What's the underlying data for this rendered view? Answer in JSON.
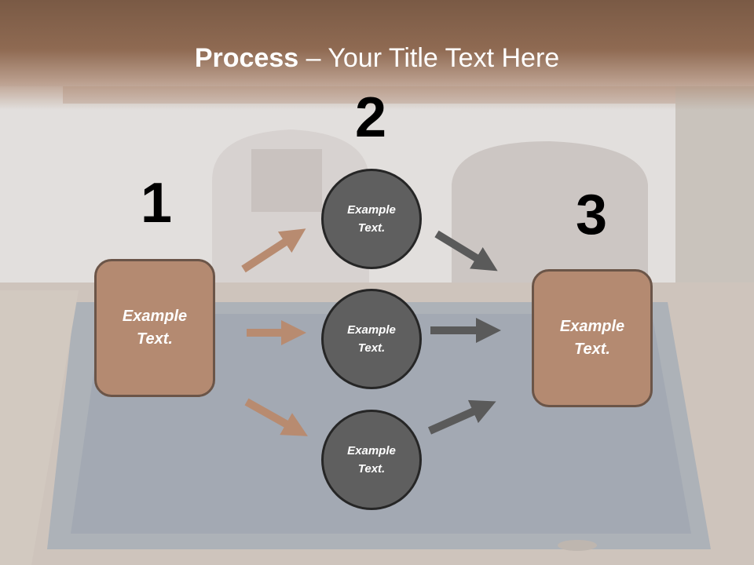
{
  "slide": {
    "title_bold": "Process",
    "title_rest": " – Your Title Text Here",
    "step_numbers": [
      "1",
      "2",
      "3"
    ],
    "left_box": {
      "line1": "Example",
      "line2": "Text."
    },
    "right_box": {
      "line1": "Example",
      "line2": "Text."
    },
    "circles": [
      {
        "line1": "Example",
        "line2": "Text."
      },
      {
        "line1": "Example",
        "line2": "Text."
      },
      {
        "line1": "Example",
        "line2": "Text."
      }
    ]
  },
  "colors": {
    "title_band": "#7a5a45",
    "box_fill": "#b48a71",
    "box_border": "#6b5548",
    "circle_fill": "#5f5f5f",
    "circle_border": "#262626",
    "arrow_brown": "#b88b70",
    "arrow_gray": "#5a5a5a"
  }
}
